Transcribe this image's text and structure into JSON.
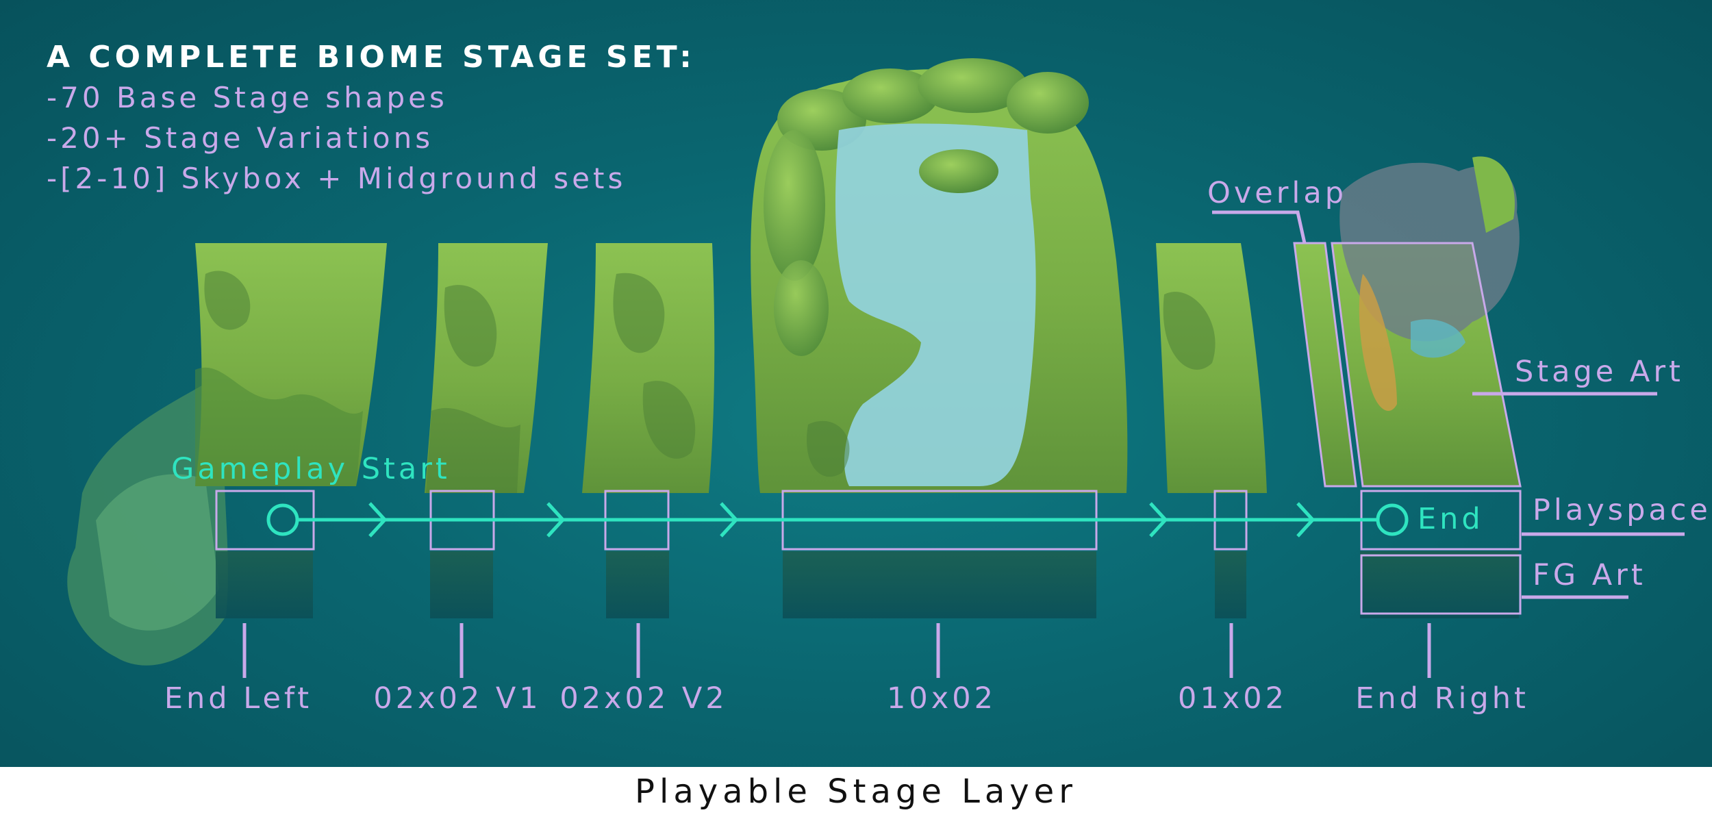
{
  "colors": {
    "background": "#0a6670",
    "label": "#c9a9ea",
    "title": "#ffffff",
    "path": "#2fe4c0",
    "terrain": "#7fb84a",
    "water": "#8fd3dc"
  },
  "header": {
    "title": "A COMPLETE BIOME STAGE SET:",
    "bullets": [
      "-70 Base Stage shapes",
      "-20+ Stage Variations",
      "-[2-10] Skybox + Midground sets"
    ]
  },
  "path_labels": {
    "start": "Gameplay Start",
    "end": "End"
  },
  "layer_labels": {
    "overlap": "Overlap",
    "stage_art": "Stage Art",
    "playspace": "Playspace",
    "fg_art": "FG Art"
  },
  "stages": [
    {
      "label": "End Left"
    },
    {
      "label": "02x02 V1"
    },
    {
      "label": "02x02 V2"
    },
    {
      "label": "10x02"
    },
    {
      "label": "01x02"
    },
    {
      "label": "End Right"
    }
  ],
  "caption": "Playable Stage Layer"
}
